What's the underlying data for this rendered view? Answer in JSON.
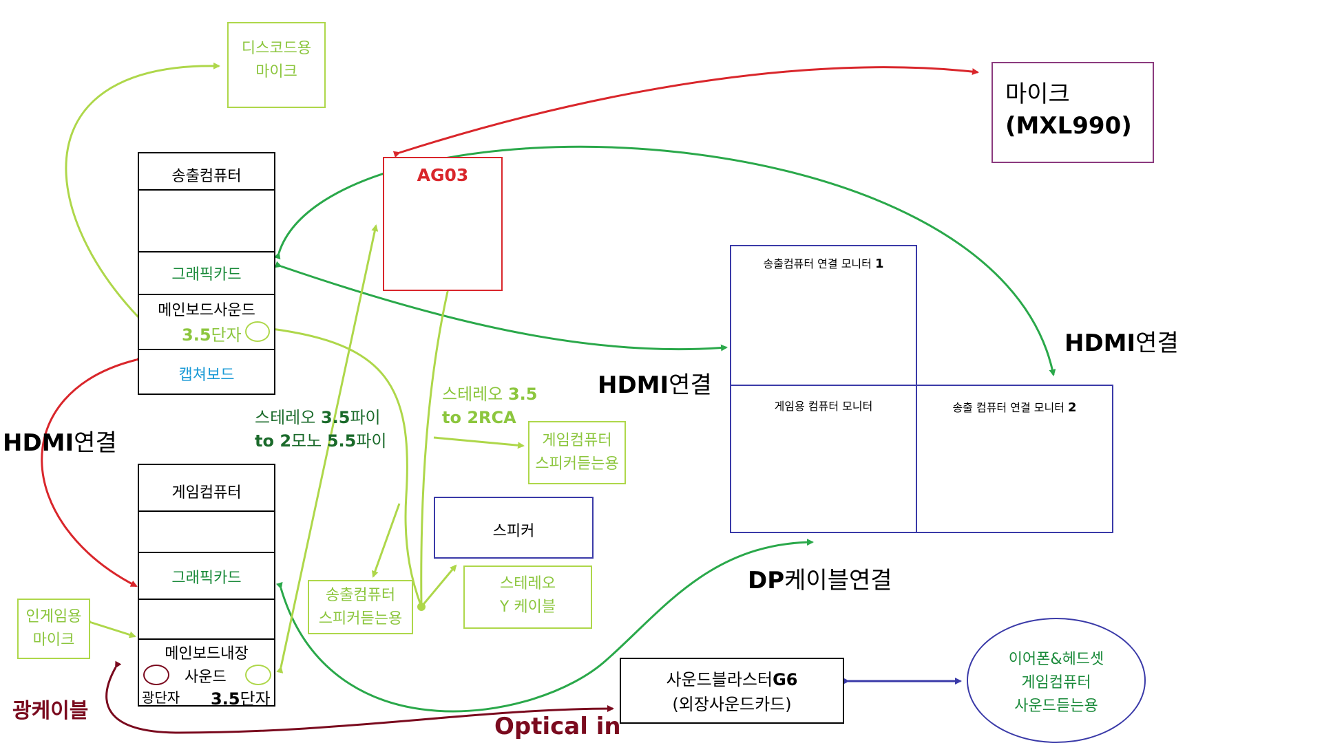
{
  "broadcast_pc": {
    "title": "송출컴퓨터",
    "gpu": "그래픽카드",
    "mb_sound": "메인보드사운드",
    "jack_num": "3.5",
    "jack_unit": "단자",
    "capture": "캡쳐보드"
  },
  "game_pc": {
    "title": "게임컴퓨터",
    "gpu": "그래픽카드",
    "mb_sound": "메인보드내장",
    "sound": "사운드",
    "optical": "광단자",
    "jack_num": "3.5",
    "jack_unit": "단자"
  },
  "discord_mic": {
    "line1": "디스코드용",
    "line2": "마이크"
  },
  "mic": {
    "line1": "마이크",
    "line2": "(MXL990)"
  },
  "ag03": {
    "label": "AG03"
  },
  "monitors": {
    "m1": {
      "label": "송출컴퓨터 연결 모니터 ",
      "num": "1"
    },
    "game": {
      "label": "게임용 컴퓨터 모니터"
    },
    "m2": {
      "label": "송출 컴퓨터 연결 모니터 ",
      "num": "2"
    }
  },
  "speaker": {
    "label": "스피커"
  },
  "y_cable": {
    "line1": "스테레오",
    "line2": "Y 케이블"
  },
  "game_speaker": {
    "line1": "게임컴퓨터",
    "line2": "스피커듣는용"
  },
  "broadcast_speaker": {
    "line1": "송출컴퓨터",
    "line2": "스피커듣는용"
  },
  "ingame_mic": {
    "line1": "인게임용",
    "line2": "마이크"
  },
  "soundblaster": {
    "line1a": "사운드블라스터",
    "line1b": "G6",
    "line2": "(외장사운드카드)"
  },
  "headset": {
    "line1": "이어폰&헤드셋",
    "line2": "게임컴퓨터",
    "line3": "사운드듣는용"
  },
  "labels": {
    "hdmi_left_a": "HDMI",
    "hdmi_left_b": "연결",
    "hdmi_mid_a": "HDMI",
    "hdmi_mid_b": "연결",
    "hdmi_right_a": "HDMI",
    "hdmi_right_b": "연결",
    "dp_a": "DP",
    "dp_b": "케이블연결",
    "optical_cable": "광케이블",
    "optical_in": "Optical in",
    "stereo_a1": "스테레오 ",
    "stereo_a2": "3.5",
    "stereo_a3": "파이",
    "stereo_b1": "to ",
    "stereo_b2": "2",
    "stereo_b3": "모노 ",
    "stereo_b4": "5.5",
    "stereo_b5": "파이",
    "rca_1a": "스테레오 ",
    "rca_1b": "3.5",
    "rca_2": "to 2RCA"
  },
  "colors": {
    "red": "#d9262b",
    "green": "#1a8a3a",
    "light_green": "#aed74a",
    "maroon": "#7a0a1e",
    "blue": "#3a3aa8",
    "purple": "#8b3a7e",
    "cyan": "#1a9ad6"
  }
}
